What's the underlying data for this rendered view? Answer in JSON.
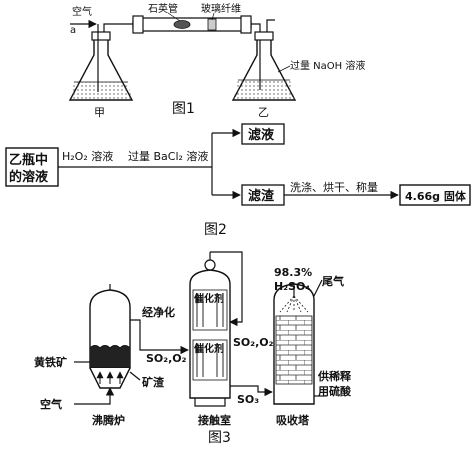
{
  "fig1": {
    "air_label": "空气",
    "a_label": "a",
    "quartz_tube": "石英管",
    "glass_fiber": "玻璃纤维",
    "naoh_label": "过量 NaOH 溶液",
    "flask_jia": "甲",
    "flask_yi": "乙",
    "caption": "图1"
  },
  "fig2": {
    "start_line1": "乙瓶中",
    "start_line2": "的溶液",
    "reagent1": "H₂O₂ 溶液",
    "reagent2": "过量 BaCl₂ 溶液",
    "filtrate": "滤液",
    "residue": "滤渣",
    "ops": "洗涤、烘干、称量",
    "result": "4.66g 固体",
    "caption": "图2"
  },
  "fig3": {
    "pyrite": "黄铁矿",
    "air": "空气",
    "furnace": "沸腾炉",
    "purified": "经净化",
    "so2o2_a": "SO₂,O₂",
    "slag": "矿渣",
    "catalyst1": "催化剂",
    "catalyst2": "催化剂",
    "so2o2_b": "SO₂,O₂",
    "contact": "接触室",
    "so3": "SO₃",
    "acid_conc": "98.3%",
    "acid": "H₂SO₄",
    "tail_gas": "尾气",
    "supply1": "供稀释",
    "supply2": "用硫酸",
    "absorber": "吸收塔",
    "caption": "图3"
  }
}
